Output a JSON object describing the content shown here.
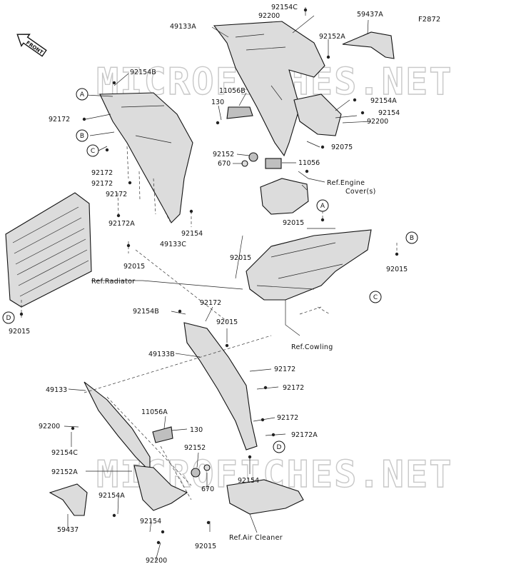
{
  "figure_id": "F2872",
  "front_label": "FRONT",
  "watermarks": [
    "MICROFICHES.NET",
    "MICROFICHES.NET"
  ],
  "callouts": [
    "A",
    "B",
    "C",
    "A",
    "B",
    "C",
    "D",
    "D"
  ],
  "refs": {
    "engine_cover_line1": "Ref.Engine",
    "engine_cover_line2": "Cover(s)",
    "radiator": "Ref.Radiator",
    "cowling": "Ref.Cowling",
    "air_cleaner": "Ref.Air Cleaner"
  },
  "labels": [
    "92154C",
    "92200",
    "59437A",
    "49133A",
    "92152A",
    "92154B",
    "11056B",
    "130",
    "92154A",
    "92154",
    "92200",
    "92172",
    "92075",
    "92152",
    "670",
    "11056",
    "92172",
    "92172",
    "92172",
    "92172A",
    "92154",
    "49133C",
    "92015",
    "92015",
    "92015",
    "92015",
    "92015",
    "92154B",
    "92172",
    "92015",
    "49133B",
    "92172",
    "92172",
    "49133",
    "11056A",
    "130",
    "92200",
    "92154C",
    "92172",
    "92172A",
    "92152",
    "92152A",
    "670",
    "92154",
    "92154A",
    "59437",
    "92154",
    "92015",
    "92200"
  ],
  "colors": {
    "line": "#111111",
    "part_fill": "#dcdcdc",
    "watermark": "#c8c8c8"
  }
}
